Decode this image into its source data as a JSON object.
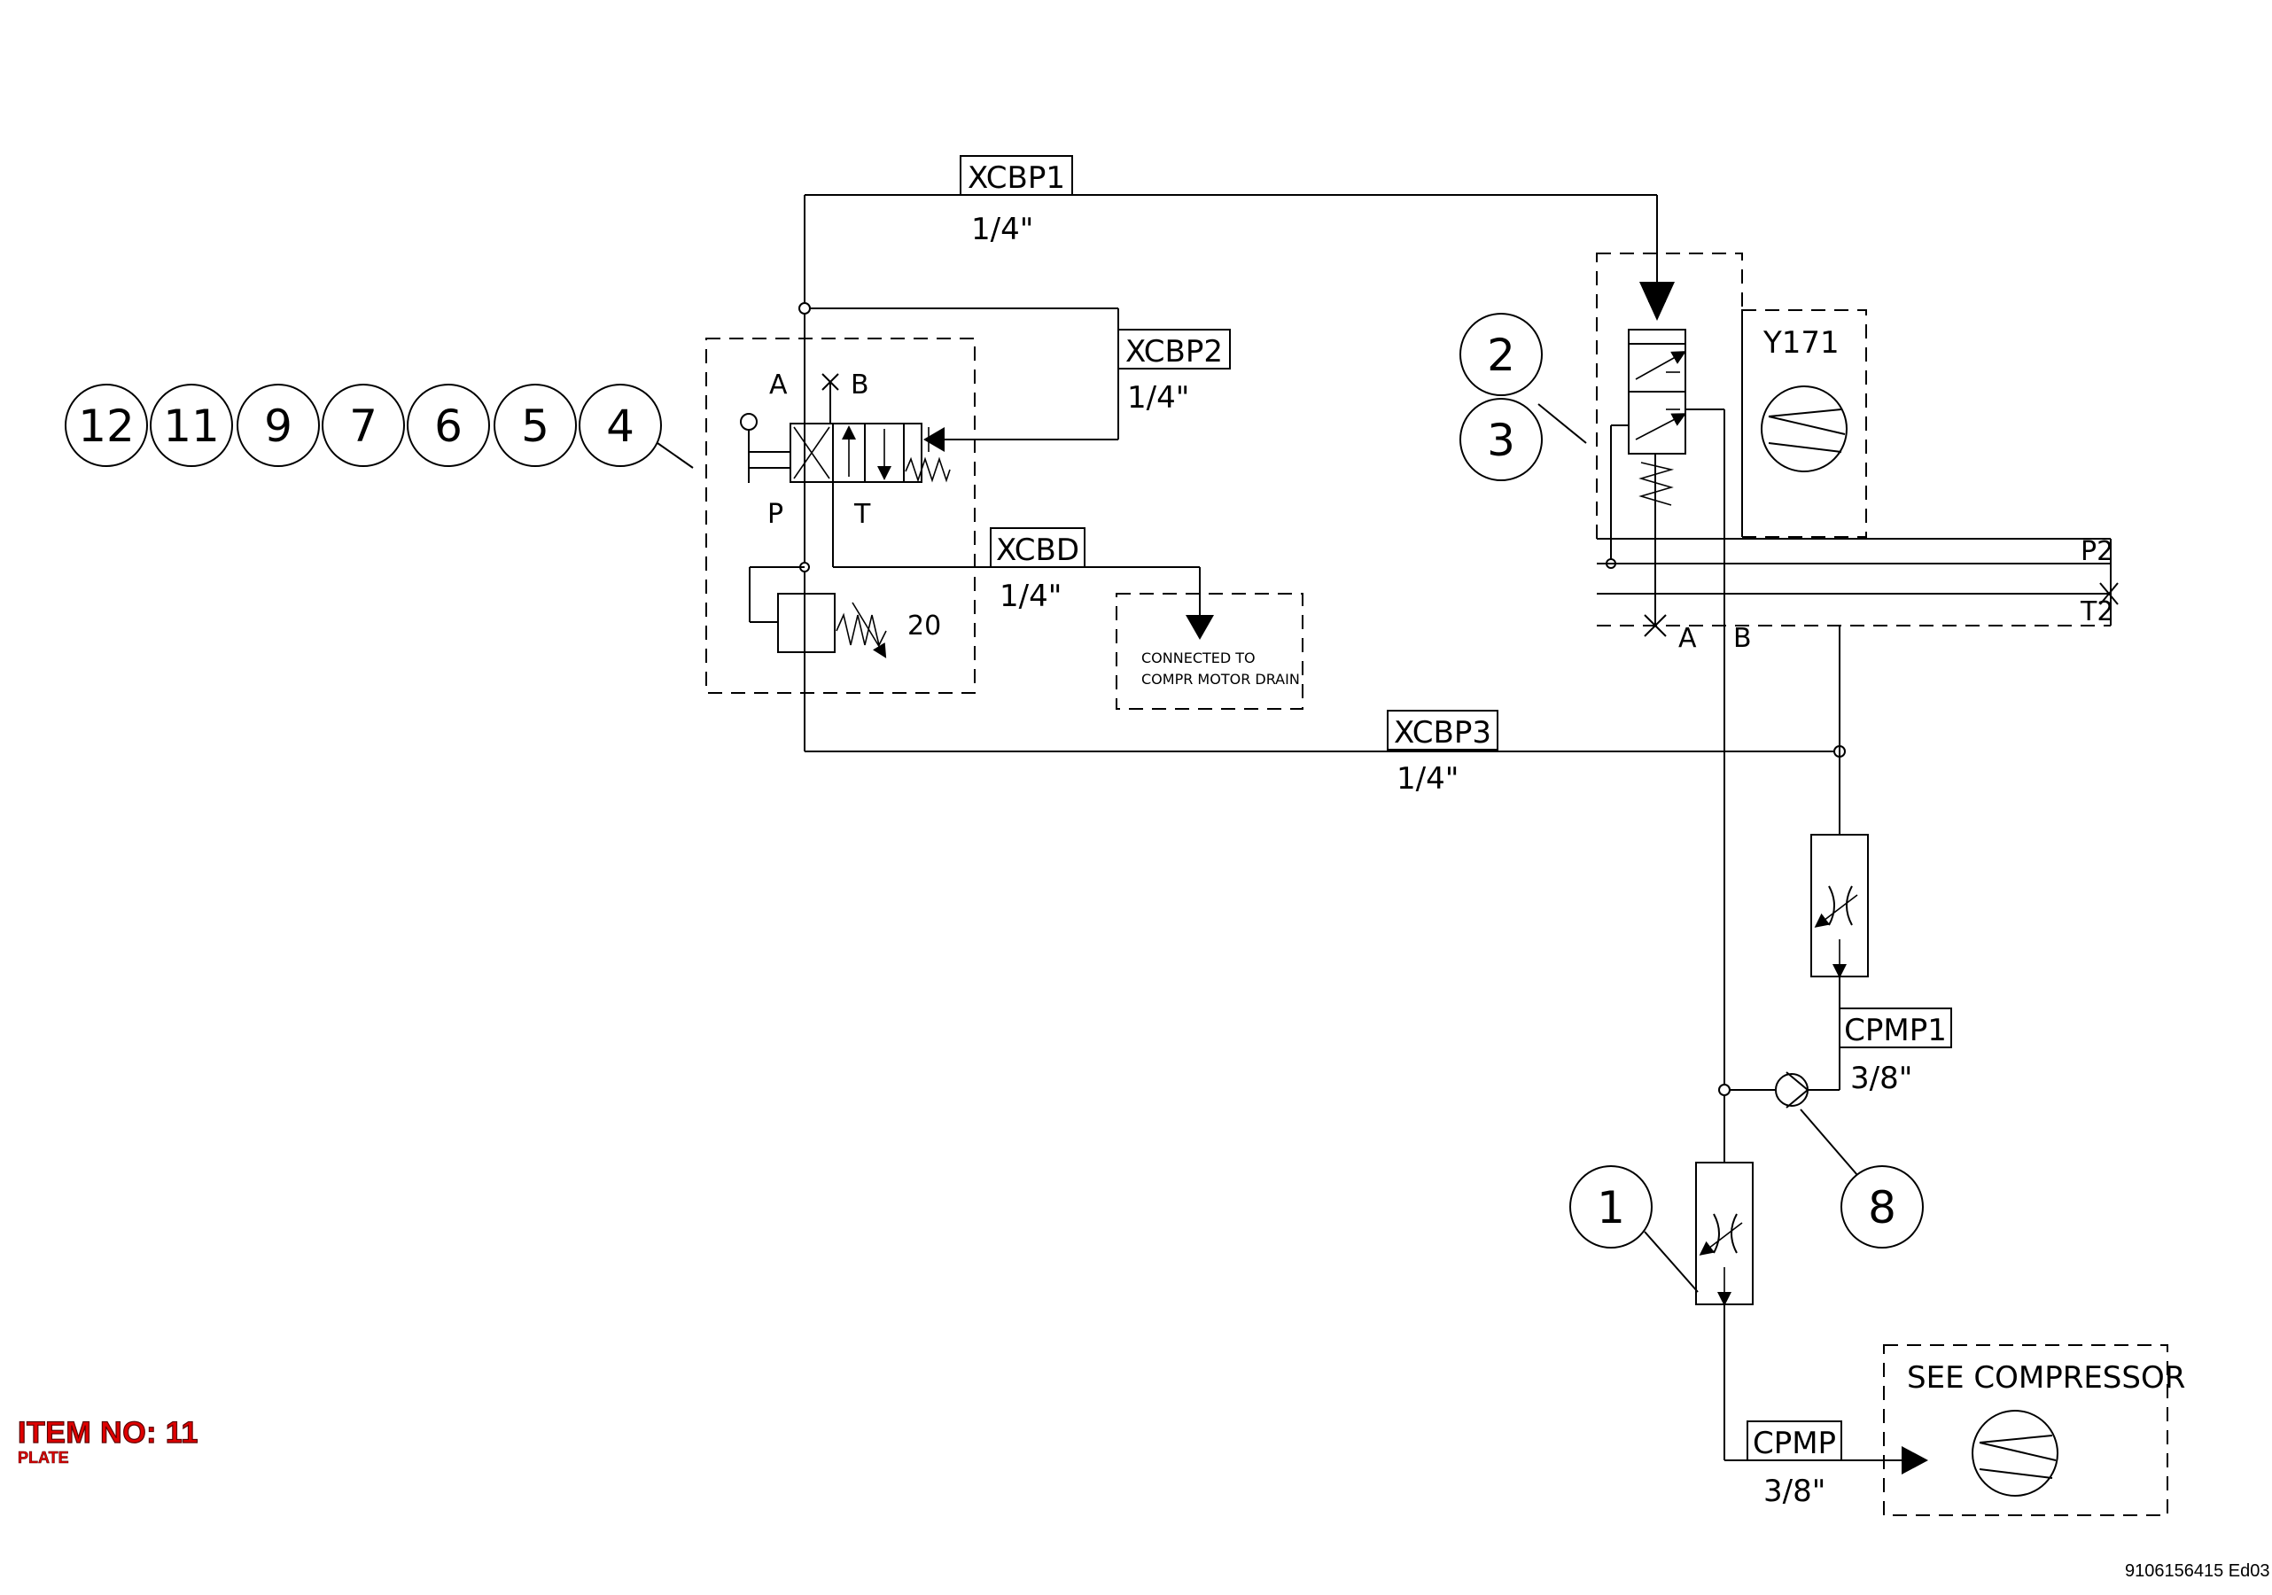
{
  "balloons": {
    "group_left": [
      "12",
      "11",
      "9",
      "7",
      "6",
      "5",
      "4"
    ],
    "valve_2": "2",
    "valve_3": "3",
    "restrictor": "1",
    "check_valve": "8"
  },
  "lines": {
    "xcbp1": {
      "tag": "XCBP1",
      "size": "1/4\""
    },
    "xcbp2": {
      "tag": "XCBP2",
      "size": "1/4\""
    },
    "xcbd": {
      "tag": "XCBD",
      "size": "1/4\""
    },
    "xcbp3": {
      "tag": "XCBP3",
      "size": "1/4\""
    },
    "cpmp1": {
      "tag": "CPMP1",
      "size": "3/8\""
    },
    "cpmp": {
      "tag": "CPMP",
      "size": "3/8\""
    }
  },
  "ports": {
    "a": "A",
    "b": "B",
    "p": "P",
    "t": "T",
    "p2": "P2",
    "t2": "T2",
    "a2": "A",
    "b2": "B"
  },
  "relief_setting": "20",
  "solenoid": "Y171",
  "drain_note": [
    "CONNECTED TO",
    "COMPR MOTOR DRAIN"
  ],
  "compressor_note": "SEE COMPRESSOR",
  "item": {
    "title": "ITEM NO: 11",
    "subtitle": "PLATE"
  },
  "doc_number": "9106156415 Ed03"
}
